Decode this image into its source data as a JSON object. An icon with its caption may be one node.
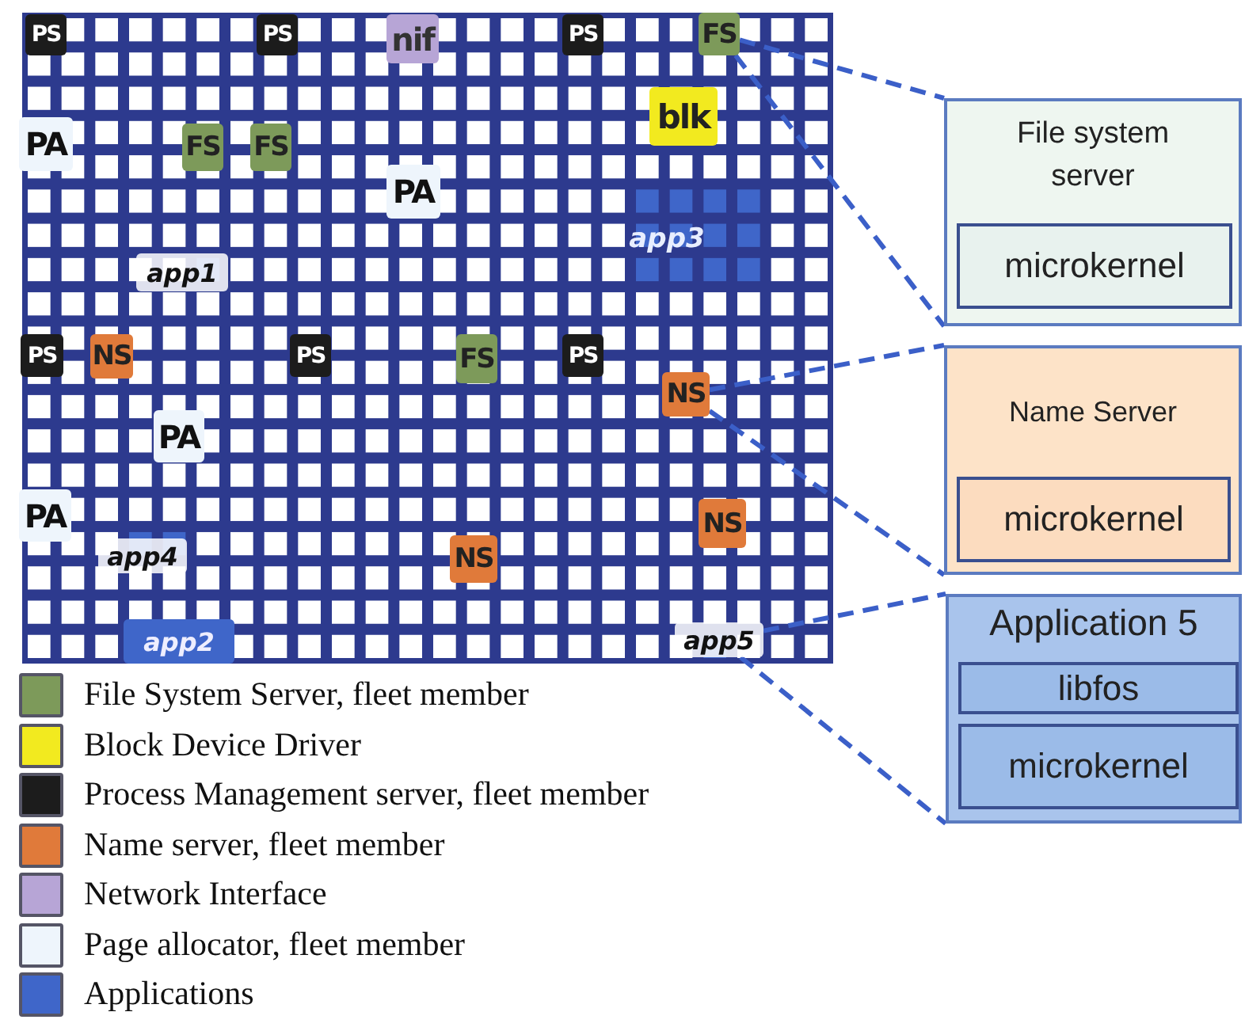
{
  "diagram": {
    "nodes": [
      {
        "text": [
          "PS"
        ]
      },
      {
        "text": [
          "PS"
        ]
      },
      {
        "text": [
          "nif"
        ]
      },
      {
        "text": [
          "PS"
        ]
      },
      {
        "text": [
          "FS"
        ]
      },
      {
        "text": [
          "blk"
        ]
      },
      {
        "text": [
          "PA"
        ]
      },
      {
        "text": [
          "FS"
        ]
      },
      {
        "text": [
          "FS"
        ]
      },
      {
        "text": [
          "PA"
        ]
      },
      {
        "text": [
          "app3"
        ]
      },
      {
        "text": [
          "app1"
        ]
      },
      {
        "text": [
          "PS"
        ]
      },
      {
        "text": [
          "NS"
        ]
      },
      {
        "text": [
          "PS"
        ]
      },
      {
        "text": [
          "FS"
        ]
      },
      {
        "text": [
          "PS"
        ]
      },
      {
        "text": [
          "NS"
        ]
      },
      {
        "text": [
          "PA"
        ]
      },
      {
        "text": [
          "PA"
        ]
      },
      {
        "text": [
          "NS"
        ]
      },
      {
        "text": [
          "app4"
        ]
      },
      {
        "text": [
          "NS"
        ]
      },
      {
        "text": [
          "app2"
        ]
      },
      {
        "text": [
          "app5"
        ]
      },
      {
        "text": [
          "File system server"
        ]
      },
      {
        "text": [
          "microkernel"
        ],
        "in": 25
      },
      {
        "text": [
          "Name Server"
        ]
      },
      {
        "text": [
          "microkernel"
        ],
        "in": 27
      },
      {
        "text": [
          "Application 5"
        ]
      },
      {
        "text": [
          "libfos"
        ],
        "in": 29
      },
      {
        "text": [
          "microkernel"
        ],
        "in": 29
      }
    ],
    "edges": [
      {
        "from": 4,
        "to": 25,
        "arrow": "none",
        "style": "dashed"
      },
      {
        "from": 4,
        "to": 25,
        "arrow": "none",
        "style": "dashed"
      },
      {
        "from": 17,
        "to": 27,
        "arrow": "none",
        "style": "dashed"
      },
      {
        "from": 17,
        "to": 27,
        "arrow": "none",
        "style": "dashed"
      },
      {
        "from": 24,
        "to": 29,
        "arrow": "none",
        "style": "dashed"
      },
      {
        "from": 24,
        "to": 29,
        "arrow": "none",
        "style": "dashed"
      }
    ],
    "legend": [
      {
        "text": "File System Server, fleet member",
        "color": "#7d9a5a"
      },
      {
        "text": "Block Device Driver",
        "color": "#f2ea1f"
      },
      {
        "text": "Process Management server, fleet member",
        "color": "#1c1c1c"
      },
      {
        "text": "Name server, fleet member",
        "color": "#e07a3a"
      },
      {
        "text": "Network Interface",
        "color": "#b7a5d6"
      },
      {
        "text": "Page allocator, fleet member",
        "color": "#eef5fc"
      },
      {
        "text": "Applications",
        "color": "#3f66c9"
      }
    ]
  }
}
